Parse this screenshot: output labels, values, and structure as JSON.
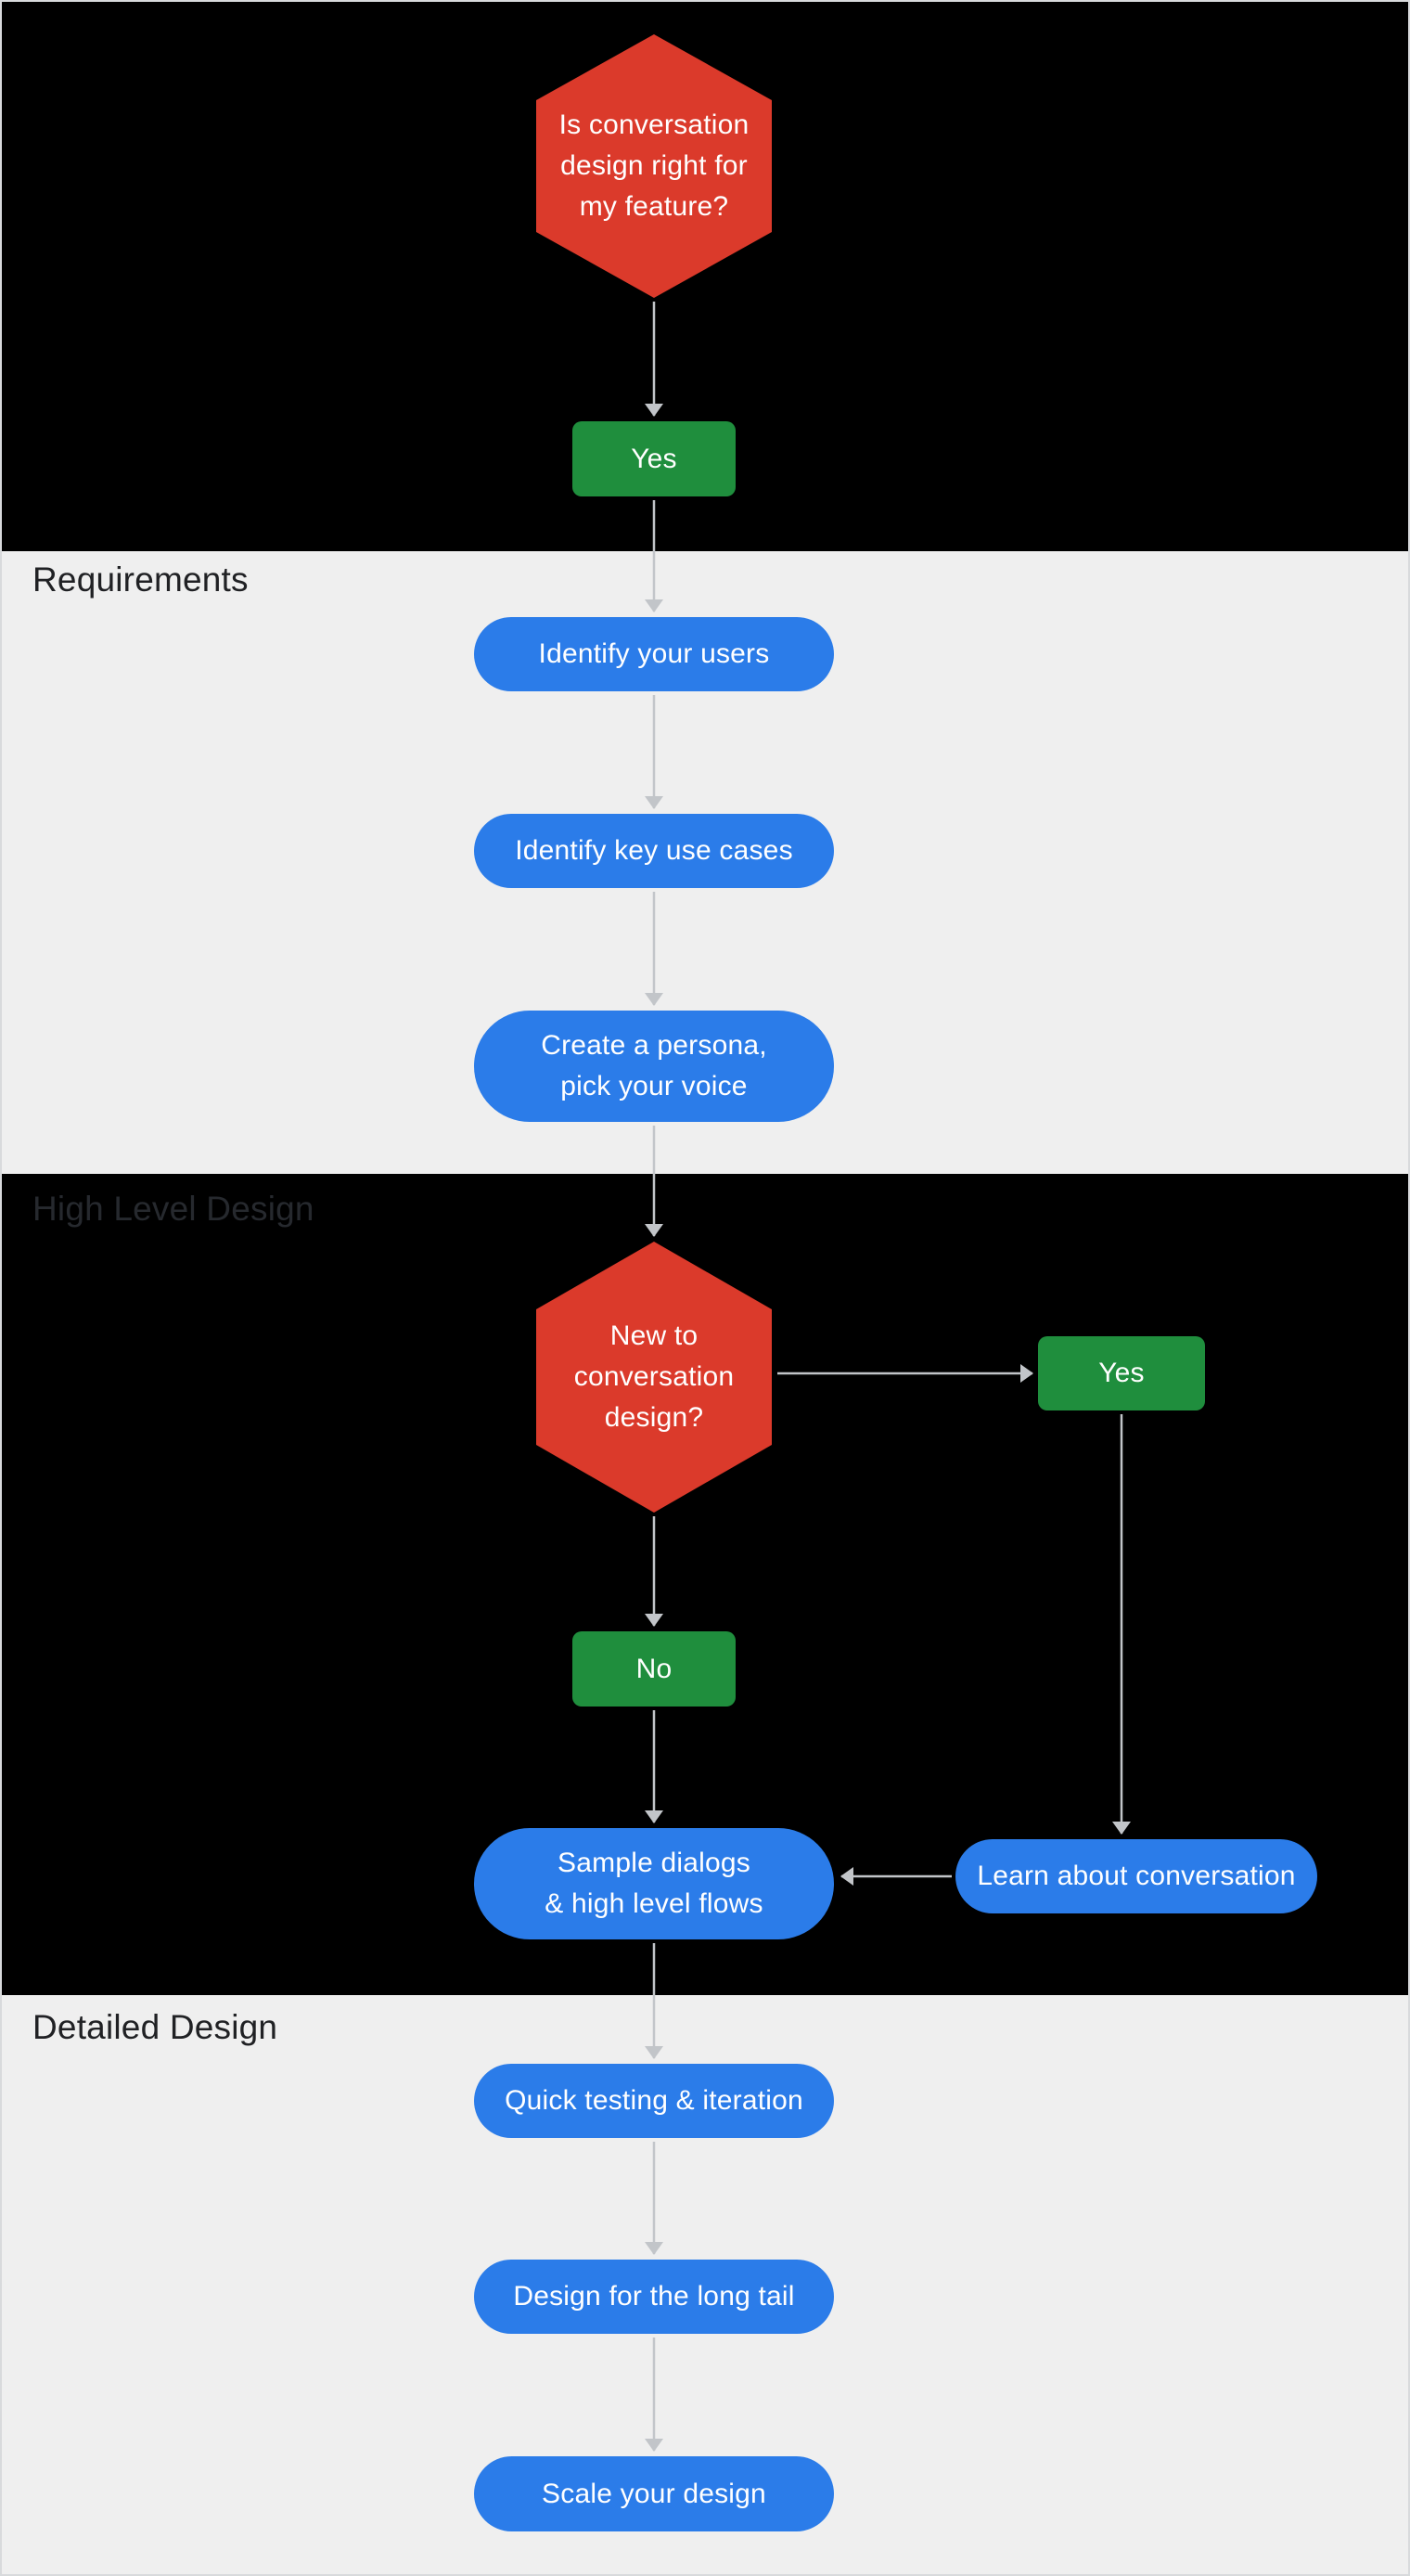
{
  "sections": {
    "requirements": {
      "label": "Requirements"
    },
    "high_level_design": {
      "label": "High Level Design"
    },
    "detailed_design": {
      "label": "Detailed Design"
    }
  },
  "nodes": {
    "decision_is_cd_right": {
      "lines": [
        "Is conversation",
        "design right for",
        "my feature?"
      ]
    },
    "yes_top": {
      "label": "Yes"
    },
    "identify_users": {
      "label": "Identify your users"
    },
    "identify_use_cases": {
      "label": "Identify key use cases"
    },
    "create_persona": {
      "lines": [
        "Create a persona,",
        "pick your voice"
      ]
    },
    "decision_new_to_cd": {
      "lines": [
        "New to",
        "conversation",
        "design?"
      ]
    },
    "yes_right": {
      "label": "Yes"
    },
    "no": {
      "label": "No"
    },
    "sample_dialogs": {
      "lines": [
        "Sample dialogs",
        "& high level flows"
      ]
    },
    "learn_conversation": {
      "label": "Learn about conversation"
    },
    "quick_testing": {
      "label": "Quick testing & iteration"
    },
    "long_tail": {
      "label": "Design for the long tail"
    },
    "scale_design": {
      "label": "Scale your design"
    }
  },
  "colors": {
    "bg_dark": "#000000",
    "bg_light": "#efefef",
    "red": "#db3a2b",
    "blue": "#2b7ce9",
    "green": "#1f8e3d",
    "arrow": "#c2c5c9",
    "label_dark": "#202124",
    "label_on_dark": "#26292e",
    "border": "#d8dadc",
    "node_text": "#ffffff"
  }
}
